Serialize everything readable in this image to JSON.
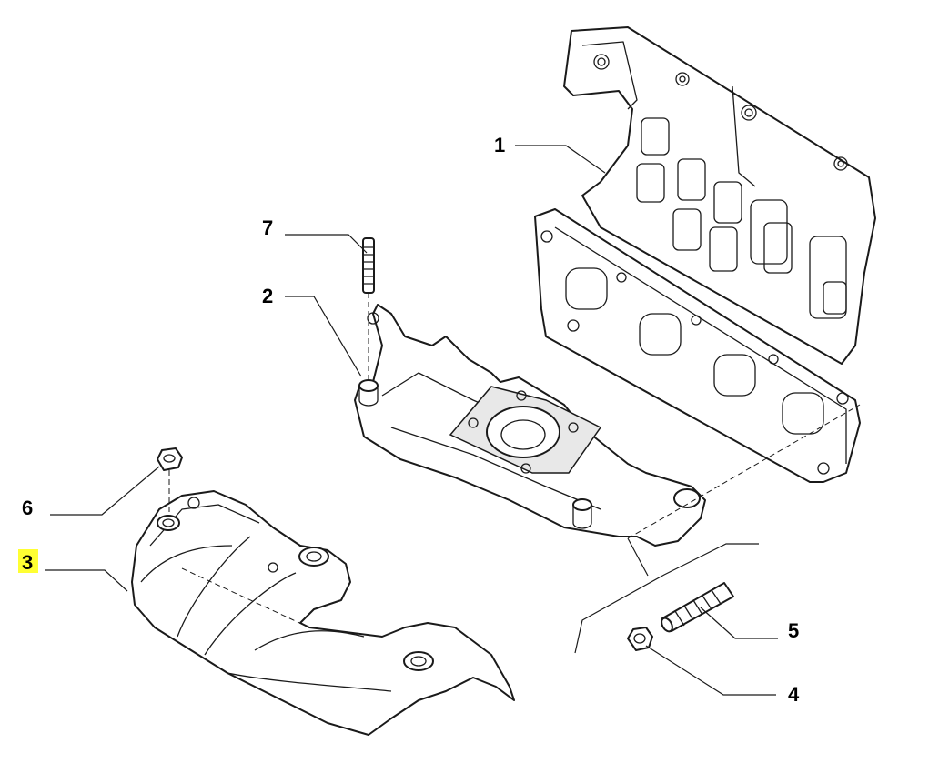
{
  "callouts": [
    {
      "id": "1",
      "label": "1",
      "highlighted": false
    },
    {
      "id": "2",
      "label": "2",
      "highlighted": false
    },
    {
      "id": "3",
      "label": "3",
      "highlighted": true
    },
    {
      "id": "4",
      "label": "4",
      "highlighted": false
    },
    {
      "id": "5",
      "label": "5",
      "highlighted": false
    },
    {
      "id": "6",
      "label": "6",
      "highlighted": false
    },
    {
      "id": "7",
      "label": "7",
      "highlighted": false
    }
  ],
  "colors": {
    "highlight": "#ffff33",
    "line": "#1a1a1a",
    "background": "#ffffff"
  }
}
